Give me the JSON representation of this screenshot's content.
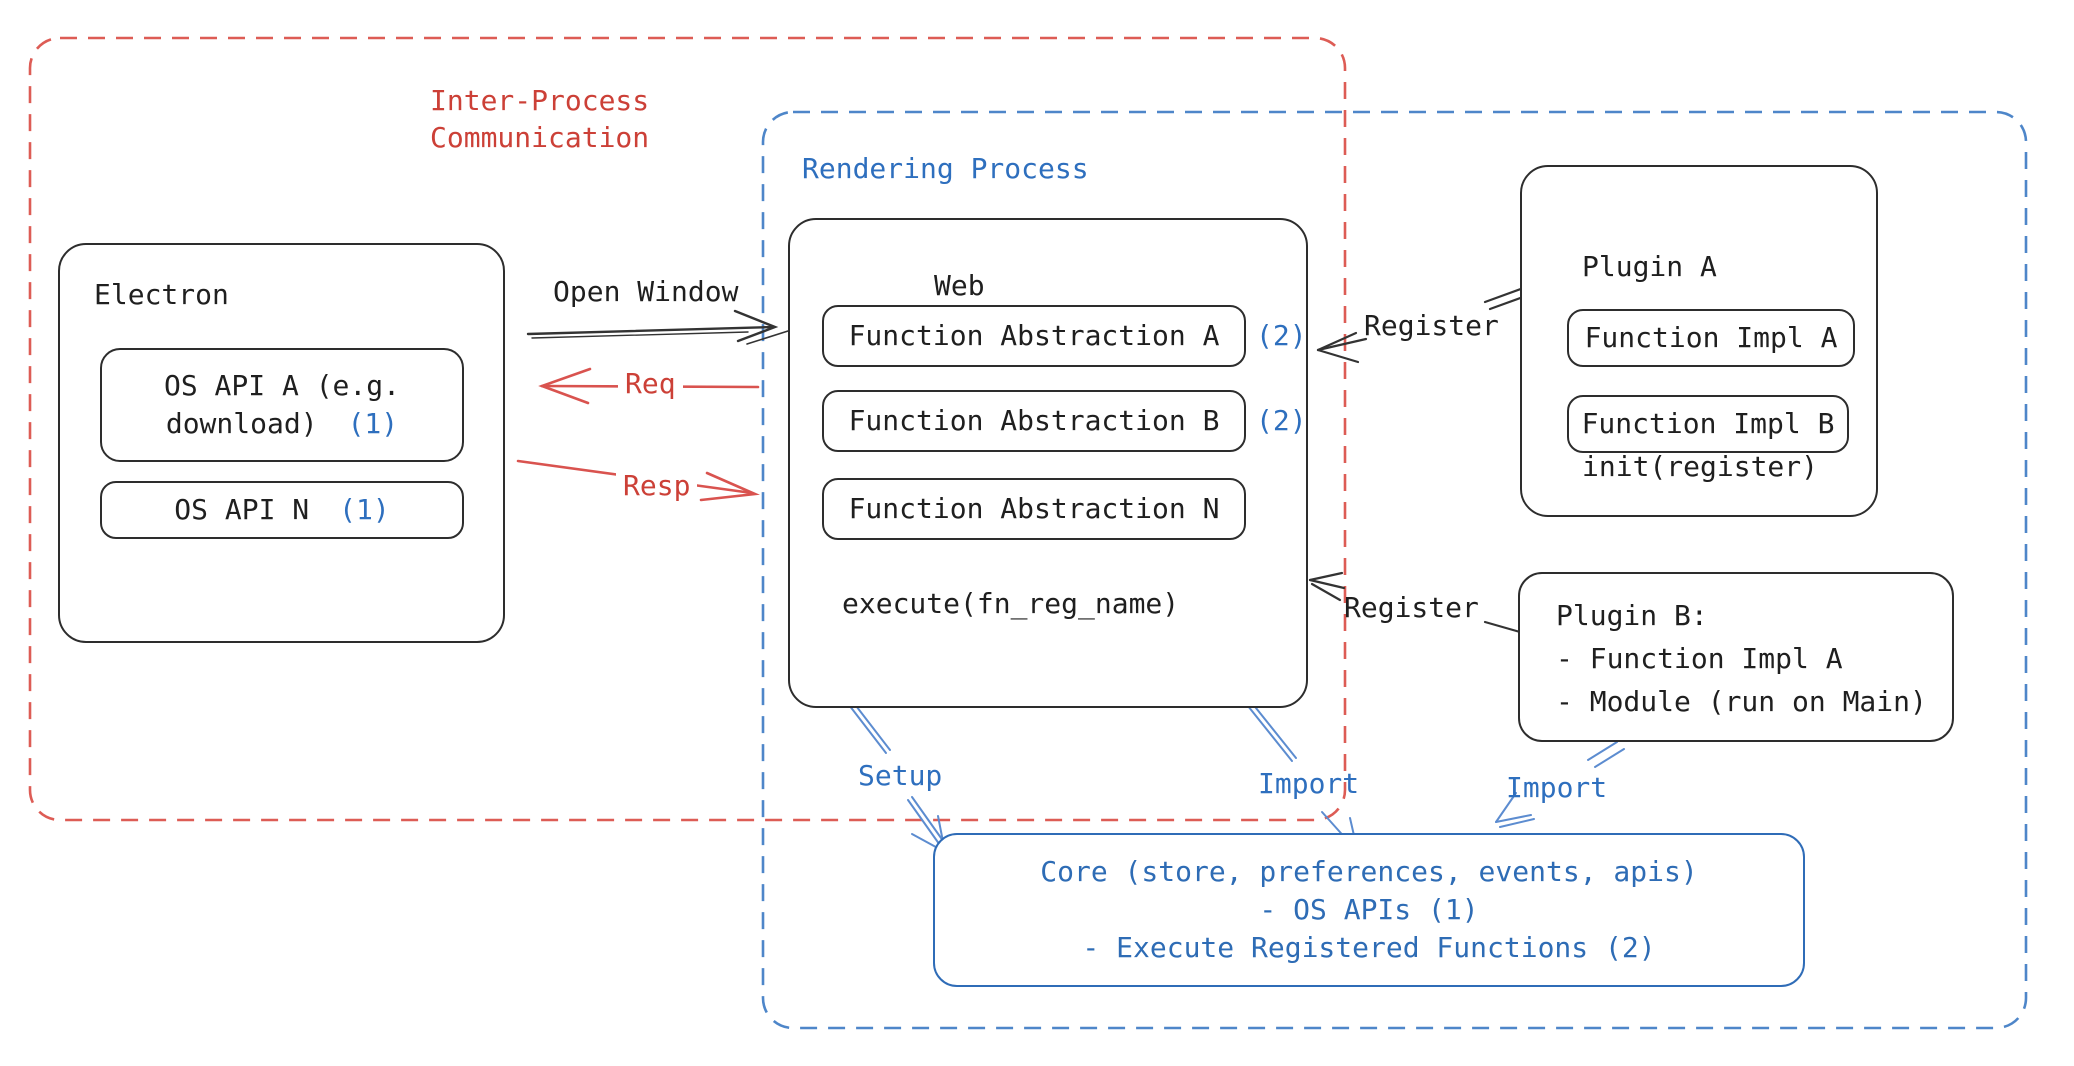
{
  "regions": {
    "ipc": {
      "label_line1": "Inter-Process",
      "label_line2": "Communication",
      "color": "#cc4037"
    },
    "rendering": {
      "label": "Rendering Process",
      "color": "#2e6fbe"
    }
  },
  "nodes": {
    "electron": {
      "title": "Electron",
      "api_a_line1": "OS API A (e.g.",
      "api_a_line2": "download)",
      "api_a_badge": "(1)",
      "api_n": "OS API N",
      "api_n_badge": "(1)"
    },
    "web": {
      "title": "Web",
      "abstractions": [
        {
          "name": "Function Abstraction A",
          "badge": "(2)"
        },
        {
          "name": "Function Abstraction B",
          "badge": "(2)"
        },
        {
          "name": "Function Abstraction N",
          "badge": ""
        }
      ],
      "footer": "execute(fn_reg_name)"
    },
    "plugin_a": {
      "title": "Plugin A",
      "impls": [
        "Function Impl A",
        "Function Impl B"
      ],
      "footer": "init(register)"
    },
    "plugin_b": {
      "title": "Plugin B:",
      "items": [
        "- Function Impl A",
        "- Module (run on Main)"
      ]
    },
    "core": {
      "lines": [
        "Core (store, preferences, events, apis)",
        "- OS APIs (1)",
        "- Execute Registered Functions (2)"
      ]
    }
  },
  "edges": {
    "open_window": "Open Window",
    "req": "Req",
    "resp": "Resp",
    "register_a": "Register",
    "register_b": "Register",
    "setup": "Setup",
    "import_web": "Import",
    "import_plugin_b": "Import"
  },
  "colors": {
    "red_text": "#cc4037",
    "red_stroke": "#d9534f",
    "red_dash": "#dd5c55",
    "blue_text": "#2e6fbe",
    "blue_dash": "#4e86c9",
    "blue_arrow": "#5c8cd0",
    "ink": "#2d2d2d"
  }
}
